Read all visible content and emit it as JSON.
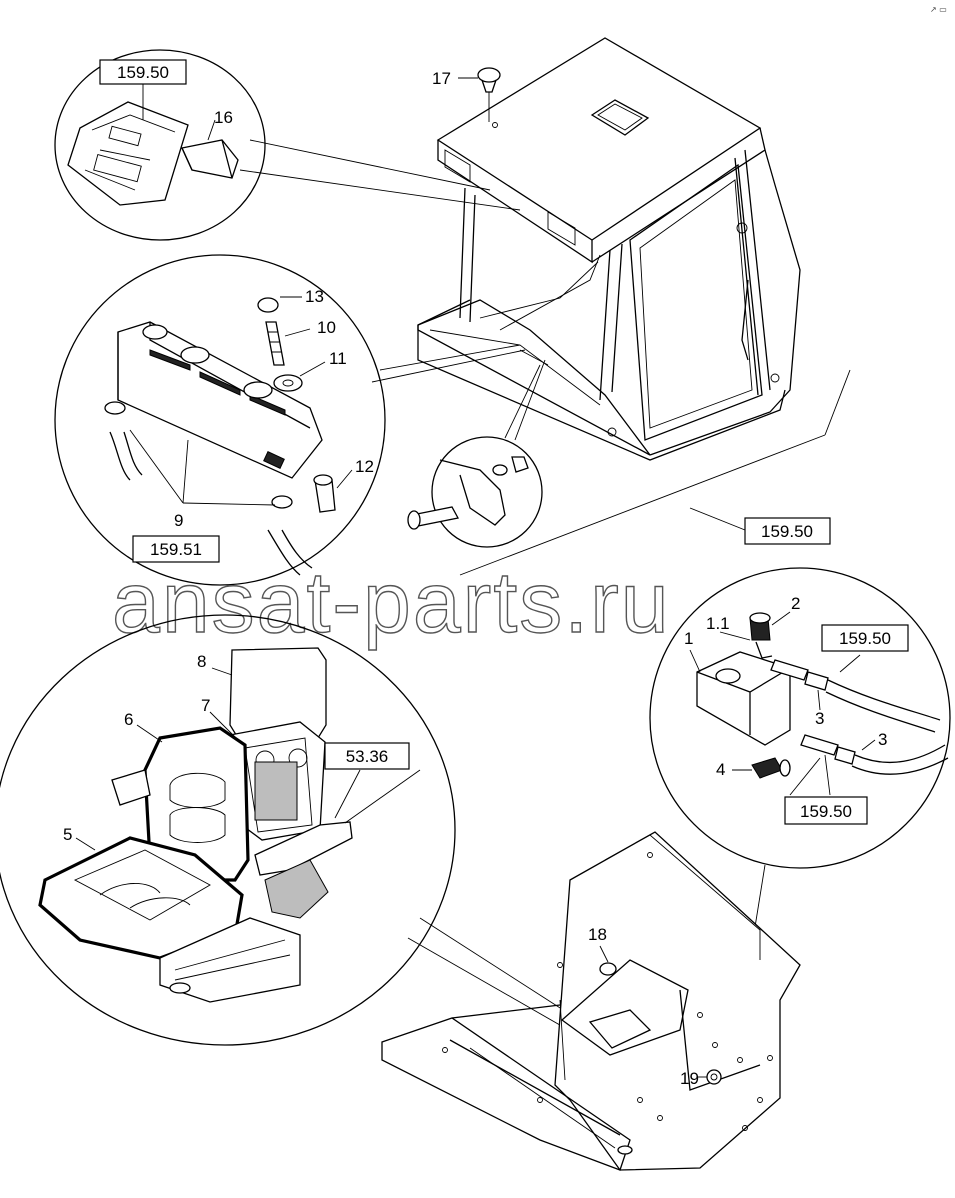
{
  "watermark": "ansat-parts.ru",
  "corner_mark": "↗ ▭",
  "reference_boxes": [
    {
      "id": "ref-top-left",
      "label": "159.50"
    },
    {
      "id": "ref-heater",
      "label": "159.51"
    },
    {
      "id": "ref-cab-right",
      "label": "159.50"
    },
    {
      "id": "ref-washer-top",
      "label": "159.50"
    },
    {
      "id": "ref-washer-bottom",
      "label": "159.50"
    },
    {
      "id": "ref-seat",
      "label": "53.36"
    }
  ],
  "callouts": {
    "c1": "1",
    "c1_1": "1.1",
    "c2": "2",
    "c3a": "3",
    "c3b": "3",
    "c4": "4",
    "c5": "5",
    "c6": "6",
    "c7": "7",
    "c8": "8",
    "c9": "9",
    "c10": "10",
    "c11": "11",
    "c12": "12",
    "c13": "13",
    "c16": "16",
    "c17": "17",
    "c18": "18",
    "c19": "19"
  }
}
